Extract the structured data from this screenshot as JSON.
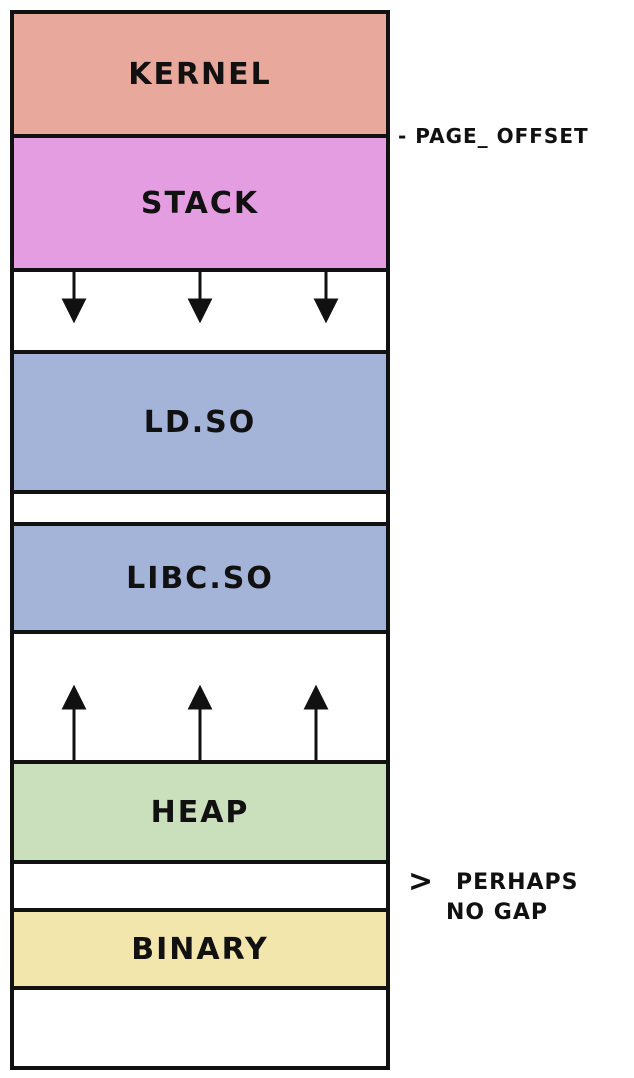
{
  "title": "Process memory layout",
  "segments": [
    {
      "id": "kernel",
      "label": "KERNEL",
      "color": "#e8a89b"
    },
    {
      "id": "stack",
      "label": "STACK",
      "color": "#e59de2"
    },
    {
      "id": "ld",
      "label": "LD.SO",
      "color": "#a4b4d9"
    },
    {
      "id": "libc",
      "label": "LIBC.SO",
      "color": "#a4b4d9"
    },
    {
      "id": "heap",
      "label": "HEAP",
      "color": "#cadfbc"
    },
    {
      "id": "binary",
      "label": "BINARY",
      "color": "#f2e6ad"
    }
  ],
  "annotations": {
    "page_offset": "- PAGE_ OFFSET",
    "gap_marker": ">",
    "gap_note_1": "PERHAPS",
    "gap_note_2": "NO GAP"
  },
  "arrows": {
    "stack_growth": "down",
    "heap_growth": "up"
  }
}
